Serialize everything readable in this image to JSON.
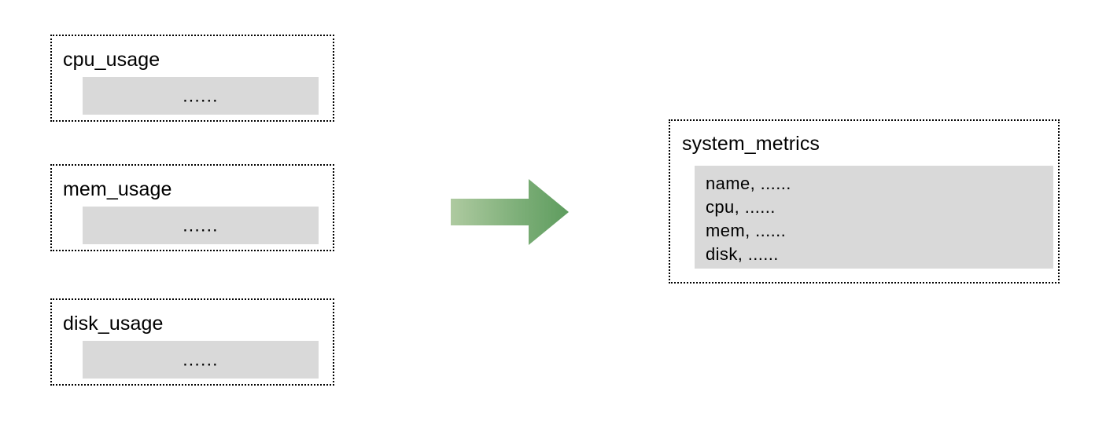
{
  "diagram": {
    "type": "data-consolidation-flow",
    "sources": [
      {
        "id": "cpu_usage",
        "title": "cpu_usage",
        "body": "......"
      },
      {
        "id": "mem_usage",
        "title": "mem_usage",
        "body": "......"
      },
      {
        "id": "disk_usage",
        "title": "disk_usage",
        "body": "......"
      }
    ],
    "target": {
      "id": "system_metrics",
      "title": "system_metrics",
      "fields": [
        "name, ......",
        "cpu, ......",
        "mem, ......",
        "disk, ......"
      ]
    },
    "connector": {
      "name": "right-arrow",
      "direction": "left-to-right",
      "gradient_start": "#a9c89b",
      "gradient_end": "#5e9c5e"
    },
    "colors": {
      "panel_fill": "#d9d9d9",
      "border": "#000000",
      "background": "#ffffff",
      "text": "#000000"
    }
  }
}
